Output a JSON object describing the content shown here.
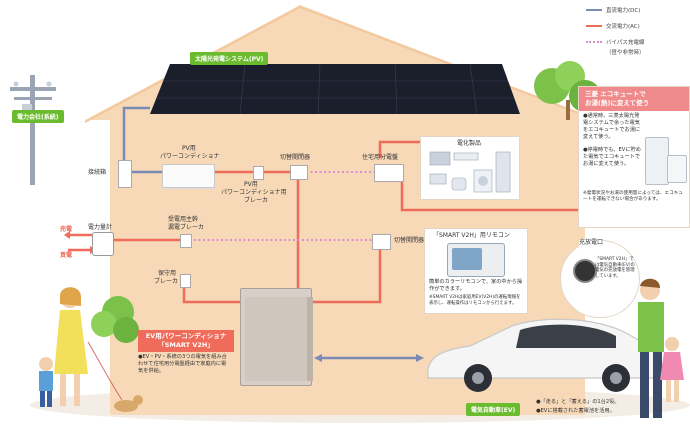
{
  "legend": {
    "dc": "直流電力(DC)",
    "ac": "交流電力(AC)",
    "bypass": "バイパス充電線",
    "bypass_note": "（昼や非常時）",
    "colors": {
      "dc": "#7b8bb5",
      "ac": "#ef6b5a",
      "bypass": "#d98fd0"
    }
  },
  "pv_system": "太陽光発電システム(PV)",
  "utility": "電力会社(系統)",
  "power_meter": "電力量計",
  "sell": "売電",
  "buy": "買電",
  "junction_box": "接続箱",
  "pv_conditioner": {
    "line1": "PV用",
    "line2": "パワーコンディショナ"
  },
  "pv_breaker": {
    "line1": "PV用",
    "line2": "パワーコンディショナ用",
    "line3": "ブレーカ"
  },
  "switch1": "切替開閉器",
  "switch2": "切替開閉器",
  "house_board": "住宅用分電盤",
  "appliances": "電化製品",
  "main_breaker": {
    "line1": "受電用主幹",
    "line2": "漏電ブレーカ"
  },
  "backup_breaker": {
    "line1": "保守用",
    "line2": "ブレーカ"
  },
  "remote": {
    "title": "「SMART V2H」用リモコン",
    "desc": "簡単のカラーリモコンで、家の中から操作ができます。",
    "note": "※SMART V2Hは家庭用EV(V2H)の運転情報を表示し、運転操作はリモコンから行えます。"
  },
  "ecocute": {
    "title_line1": "三菱 エコキュートで",
    "title_line2": "お湯(熱)に変えて使う",
    "b1": "●通常時、三菱太陽光発電システムで余った電気をエコキュートでお湯に変えて使う。",
    "b2": "●停電時でも、EVに貯めた電気でエコキュートでお湯に変えて使う。",
    "note": "※発電状況やお湯の使用量によっては、エコキュートを運転できない場合があります。"
  },
  "v2h": {
    "title_line1": "EV用パワーコンディショナ",
    "title_line2": "「SMART V2H」",
    "b1": "●EV・PV・系統の3つの電気を組み合わせて住宅用分電盤経由で家庭内に電気を供給。"
  },
  "charge_port": {
    "title": "充放電口",
    "note": "「SMART V2H」では電気自動車(EV)の電気の充放電を管理しています。"
  },
  "ev": {
    "title": "電気自動車(EV)",
    "b1": "●「走る」と「蓄える」の1台2役。",
    "b2": "●EVに搭載された蓄電池を活用。"
  }
}
